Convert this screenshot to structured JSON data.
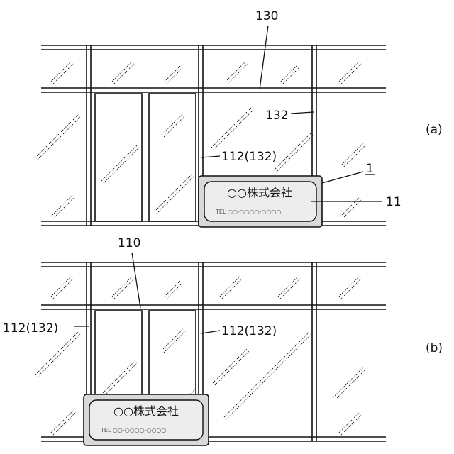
{
  "panel_a": {
    "label": "(a)",
    "callouts": {
      "frame_top": "130",
      "mullion": "132",
      "door_frame": "112(132)",
      "sign": "1",
      "sign_face": "11"
    },
    "sign": {
      "company": "○○株式会社",
      "tel": "TEL ○○-○○○○-○○○○"
    }
  },
  "panel_b": {
    "label": "(b)",
    "callouts": {
      "door_top": "110",
      "left_frame": "112(132)",
      "right_frame": "112(132)"
    },
    "sign": {
      "company": "○○株式会社",
      "tel": "TEL ○○-○○○○-○○○○"
    }
  },
  "colors": {
    "line": "#111111",
    "sign_fill": "#d9d9d9",
    "sign_face": "#ededed"
  }
}
